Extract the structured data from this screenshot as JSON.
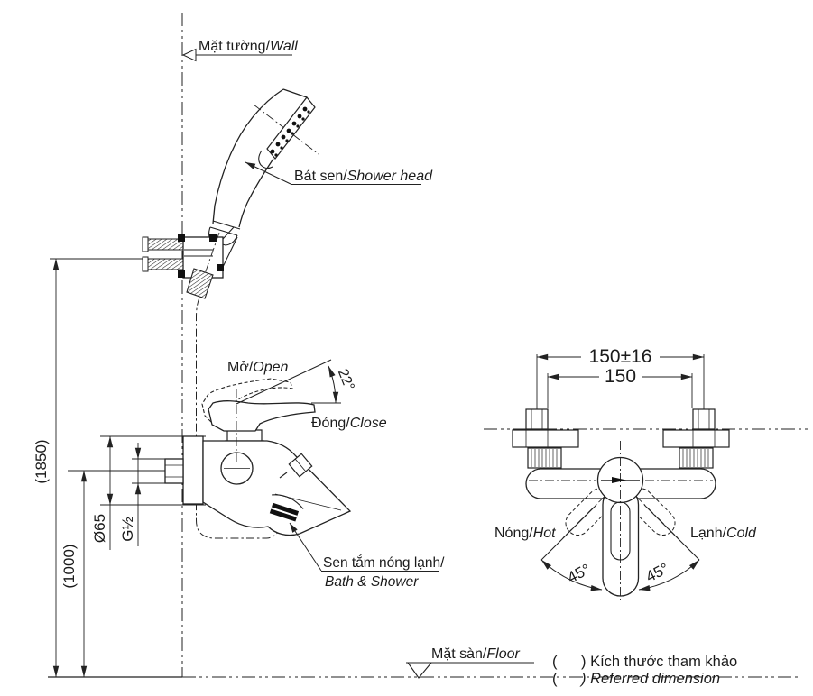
{
  "page": {
    "background": "#ffffff",
    "line_color": "#222222"
  },
  "labels": {
    "wall": {
      "vi": "Mặt tường/",
      "en": "Wall"
    },
    "shower_head": {
      "vi": "Bát sen/",
      "en": "Shower head"
    },
    "open": {
      "vi": "Mở/",
      "en": "Open"
    },
    "close": {
      "vi": "Đóng/",
      "en": "Close"
    },
    "bath_shower": {
      "vi": "Sen tắm nóng lạnh/",
      "en": "Bath & Shower"
    },
    "floor": {
      "vi": "Mặt sàn/",
      "en": "Floor"
    },
    "hot": {
      "vi": "Nóng/",
      "en": "Hot"
    },
    "cold": {
      "vi": "Lạnh/",
      "en": "Cold"
    }
  },
  "dimensions": {
    "install_height_total": "(1850)",
    "install_height_mixer": "(1000)",
    "escutcheon_diameter": "Ø65",
    "thread_size": "G½",
    "handle_open_angle": "22°",
    "center_distance_tolerance": "150±16",
    "center_distance": "150",
    "handle_swing_left": "45°",
    "handle_swing_right": "45°"
  },
  "legend": {
    "paren": "(",
    "line1": ") Kích thước tham khảo",
    "line2": ") Referred dimension"
  }
}
